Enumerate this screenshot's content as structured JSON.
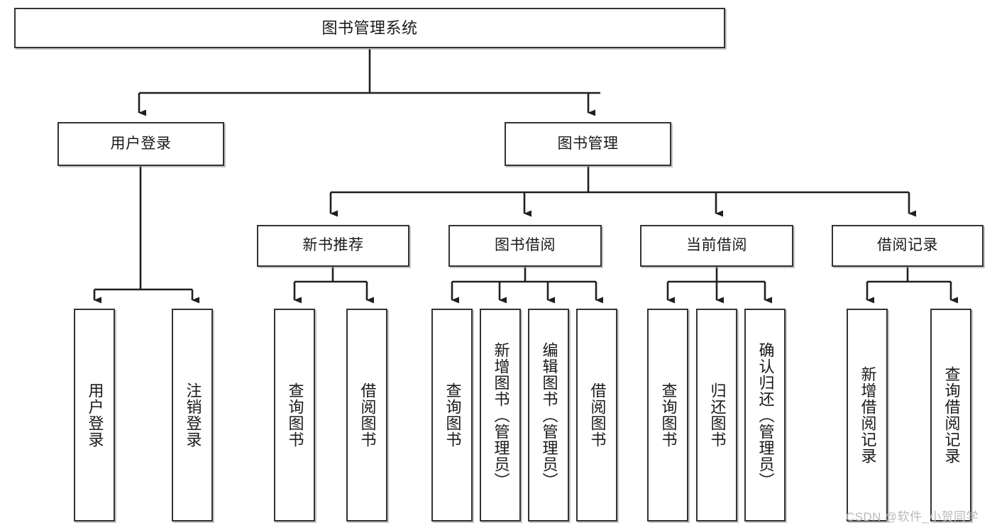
{
  "diagram": {
    "type": "tree",
    "title": "图书管理系统",
    "orientation": "top-down",
    "root": {
      "label": "图书管理系统"
    },
    "level2": [
      {
        "label": "用户登录"
      },
      {
        "label": "图书管理"
      }
    ],
    "level3": [
      {
        "label": "新书推荐"
      },
      {
        "label": "图书借阅"
      },
      {
        "label": "当前借阅"
      },
      {
        "label": "借阅记录"
      }
    ],
    "leaves": {
      "user_login": [
        {
          "label": "用户登录"
        },
        {
          "label": "注销登录"
        }
      ],
      "new_book_recommend": [
        {
          "label": "查询图书"
        },
        {
          "label": "借阅图书"
        }
      ],
      "book_borrow": [
        {
          "label": "查询图书"
        },
        {
          "label": "新增图书（管理员）"
        },
        {
          "label": "编辑图书（管理员）"
        },
        {
          "label": "借阅图书"
        }
      ],
      "current_borrow": [
        {
          "label": "查询图书"
        },
        {
          "label": "归还图书"
        },
        {
          "label": "确认归还（管理员）"
        }
      ],
      "borrow_record": [
        {
          "label": "新增借阅记录"
        },
        {
          "label": "查询借阅记录"
        }
      ]
    }
  },
  "watermark": {
    "text": "CSDN @软件_小贺同学"
  },
  "colors": {
    "box_border": "#333333",
    "box_fill": "#ffffff",
    "connector": "#1f1f1f",
    "text": "#1a1a1a",
    "watermark": "#b9b9b9",
    "background": "#ffffff"
  }
}
